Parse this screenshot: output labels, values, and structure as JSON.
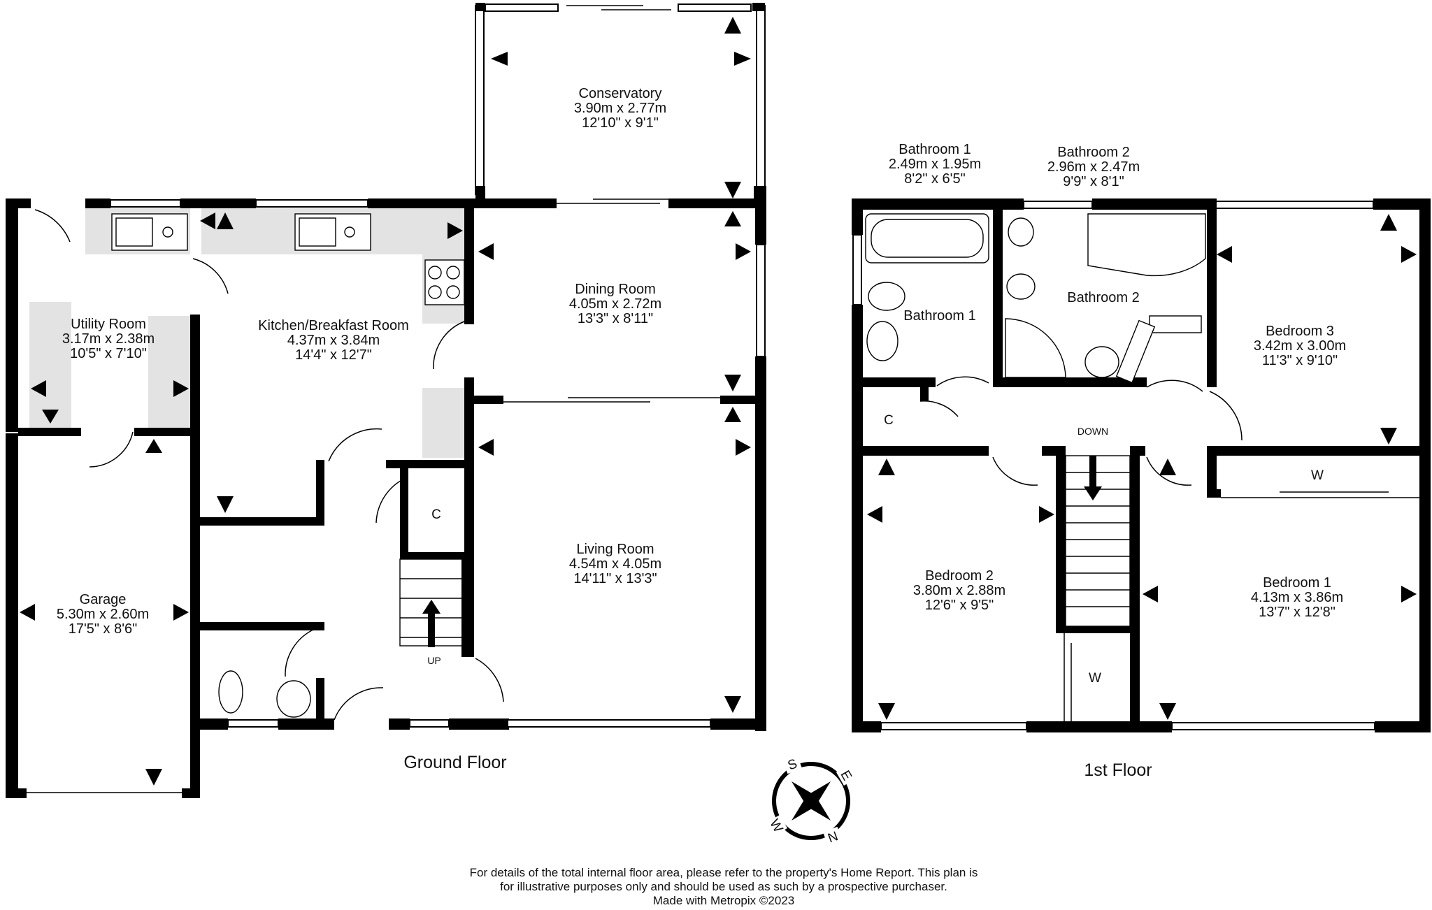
{
  "floors": {
    "ground": {
      "label": "Ground Floor"
    },
    "first": {
      "label": "1st Floor"
    }
  },
  "rooms": {
    "conservatory": {
      "name": "Conservatory",
      "metric": "3.90m  x 2.77m",
      "imperial": "12'10\"  x 9'1\""
    },
    "dining": {
      "name": "Dining Room",
      "metric": "4.05m  x 2.72m",
      "imperial": "13'3\"  x 8'11\""
    },
    "kitchen": {
      "name": "Kitchen/Breakfast Room",
      "metric": "4.37m  x 3.84m",
      "imperial": "14'4\"  x 12'7\""
    },
    "utility": {
      "name": "Utility Room",
      "metric": "3.17m  x 2.38m",
      "imperial": "10'5\"  x 7'10\""
    },
    "garage": {
      "name": "Garage",
      "metric": "5.30m  x 2.60m",
      "imperial": "17'5\"  x 8'6\""
    },
    "living": {
      "name": "Living Room",
      "metric": "4.54m  x 4.05m",
      "imperial": "14'11\"  x 13'3\""
    },
    "bathroom1_top": {
      "name": "Bathroom 1",
      "metric": "2.49m  x 1.95m",
      "imperial": "8'2\"  x 6'5\""
    },
    "bathroom2_top": {
      "name": "Bathroom 2",
      "metric": "2.96m  x 2.47m",
      "imperial": "9'9\"  x 8'1\""
    },
    "bathroom1": {
      "name": "Bathroom 1"
    },
    "bathroom2": {
      "name": "Bathroom 2"
    },
    "bedroom3": {
      "name": "Bedroom 3",
      "metric": "3.42m  x 3.00m",
      "imperial": "11'3\"  x 9'10\""
    },
    "bedroom2": {
      "name": "Bedroom 2",
      "metric": "3.80m  x 2.88m",
      "imperial": "12'6\"  x 9'5\""
    },
    "bedroom1": {
      "name": "Bedroom 1",
      "metric": "4.13m  x 3.86m",
      "imperial": "13'7\"  x 12'8\""
    }
  },
  "markers": {
    "cupboard": "C",
    "wardrobe": "W",
    "stairs_up": "UP",
    "stairs_down": "DOWN"
  },
  "compass": {
    "s": "S",
    "w": "W",
    "n": "N",
    "e": "E"
  },
  "footer": {
    "line1": "For details of the total internal floor area, please refer to the property's Home Report. This plan is",
    "line2": "for illustrative purposes only and should be used as such by a prospective purchaser.",
    "line3": "Made with Metropix ©2023"
  }
}
